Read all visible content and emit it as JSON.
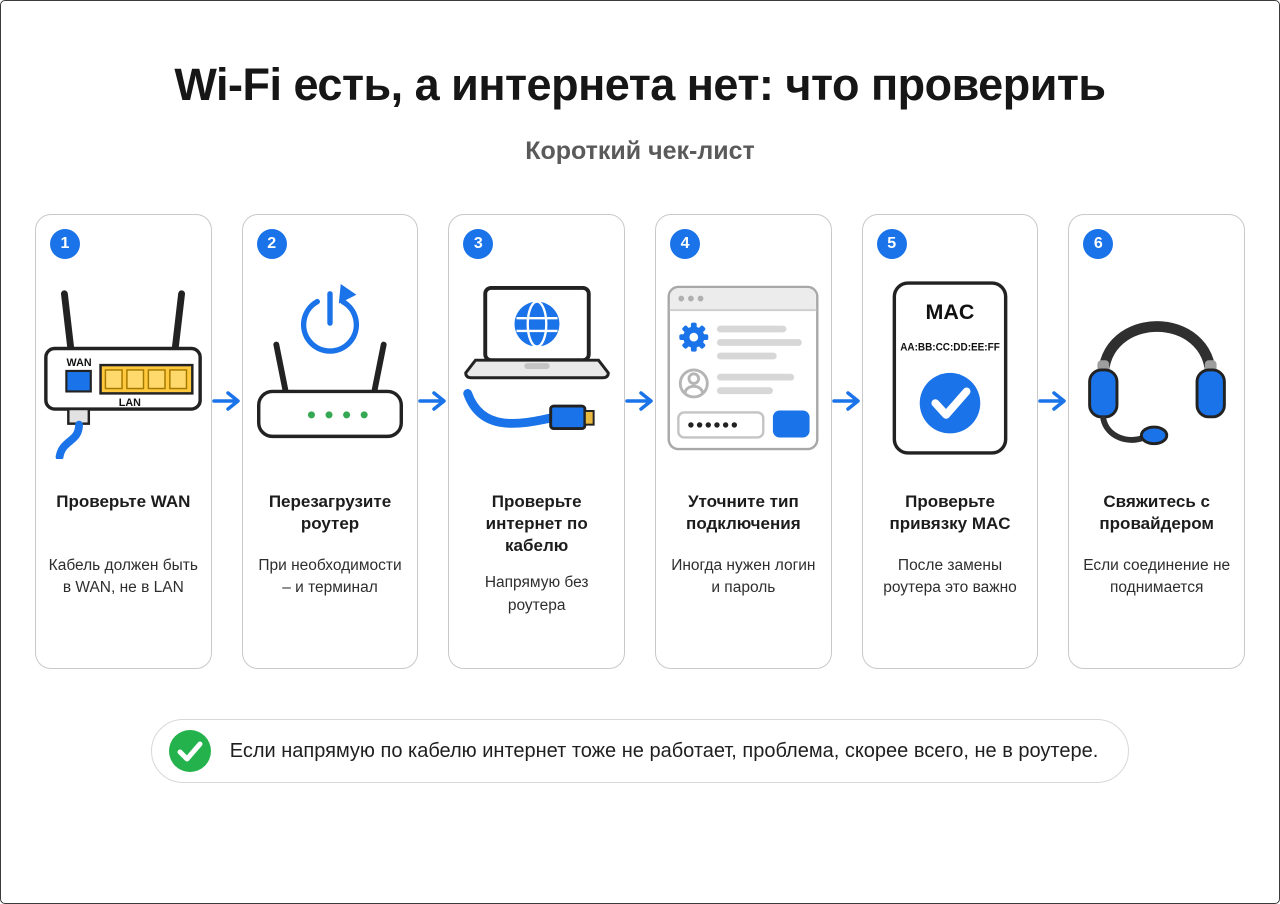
{
  "header": {
    "title": "Wi-Fi есть, а интернета нет: что проверить",
    "subtitle": "Короткий чек-лист"
  },
  "steps": [
    {
      "number": "1",
      "title": "Проверьте WAN",
      "subtitle": "Кабель должен быть в WAN, не в LAN",
      "icon": "router-wan-icon"
    },
    {
      "number": "2",
      "title": "Перезагрузите роутер",
      "subtitle": "При необходимости – и терминал",
      "icon": "router-restart-icon"
    },
    {
      "number": "3",
      "title": "Проверьте интернет по кабелю",
      "subtitle": "Напрямую без роутера",
      "icon": "laptop-globe-cable-icon"
    },
    {
      "number": "4",
      "title": "Уточните тип подключения",
      "subtitle": "Иногда нужен логин и пароль",
      "icon": "login-settings-window-icon"
    },
    {
      "number": "5",
      "title": "Проверьте привязку MAC",
      "subtitle": "После замены роутера это важно",
      "icon": "mac-card-check-icon"
    },
    {
      "number": "6",
      "title": "Свяжитесь с провайдером",
      "subtitle": "Если соединение не поднимается",
      "icon": "headset-icon"
    }
  ],
  "icons": {
    "router_wan": {
      "wan_label": "WAN",
      "lan_label": "LAN"
    },
    "mac_card": {
      "title": "MAC",
      "address": "AA:BB:CC:DD:EE:FF"
    }
  },
  "footer": {
    "note": "Если напрямую по кабелю интернет тоже не работает, проблема, скорее всего, не в роутере."
  },
  "colors": {
    "accent_blue": "#1a73e8",
    "success_green": "#24b24c",
    "lan_port_yellow": "#ffc83d",
    "router_outline": "#222222"
  }
}
